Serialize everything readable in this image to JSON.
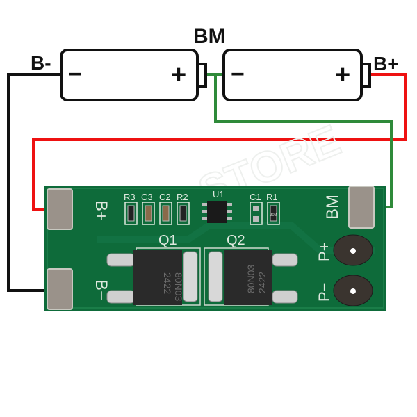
{
  "labels": {
    "bm_top": "BM",
    "b_minus": "B-",
    "b_plus": "B+"
  },
  "batteries": [
    {
      "neg_sign": "−",
      "pos_sign": "+"
    },
    {
      "neg_sign": "−",
      "pos_sign": "+"
    }
  ],
  "board": {
    "silk_b_plus": "B+",
    "silk_b_minus": "B−",
    "silk_bm": "BM",
    "silk_p_plus": "P+",
    "silk_p_minus": "P−",
    "components": [
      "R3",
      "C3",
      "C2",
      "R2",
      "U1",
      "C1",
      "R1"
    ],
    "mosfets": [
      {
        "ref": "Q1",
        "part": "80N03",
        "code": "2422"
      },
      {
        "ref": "Q2",
        "part": "80N03",
        "code": "2422"
      }
    ],
    "resistor_code": "202"
  },
  "watermark": "STORE",
  "colors": {
    "wire_black": "#111111",
    "wire_red": "#ee1111",
    "wire_green": "#2f8a3a",
    "pcb": "#0e6b3a",
    "pad": "#9a928a"
  }
}
